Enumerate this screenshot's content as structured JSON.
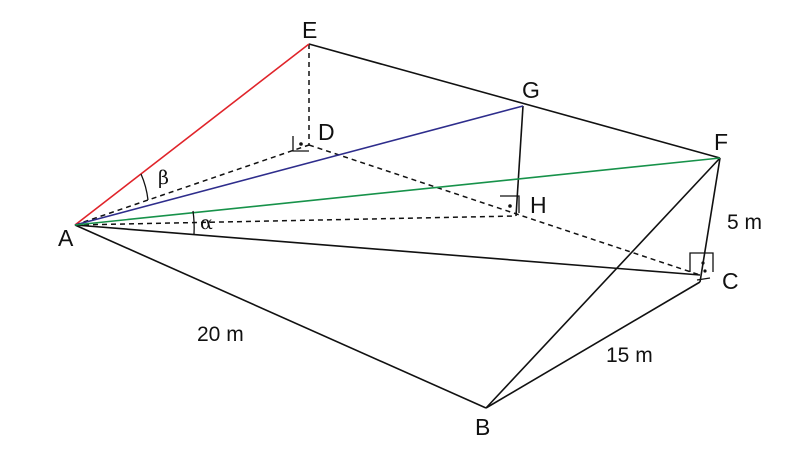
{
  "points": {
    "A": "A",
    "B": "B",
    "C": "C",
    "D": "D",
    "E": "E",
    "F": "F",
    "G": "G",
    "H": "H"
  },
  "dimensions": {
    "AB": "20 m",
    "BC": "15 m",
    "CF": "5 m"
  },
  "angles": {
    "alpha": "α",
    "beta": "β"
  },
  "colors": {
    "AE": "#e0242a",
    "AG": "#2e2d8c",
    "AF": "#17924a",
    "edge": "#111111"
  }
}
